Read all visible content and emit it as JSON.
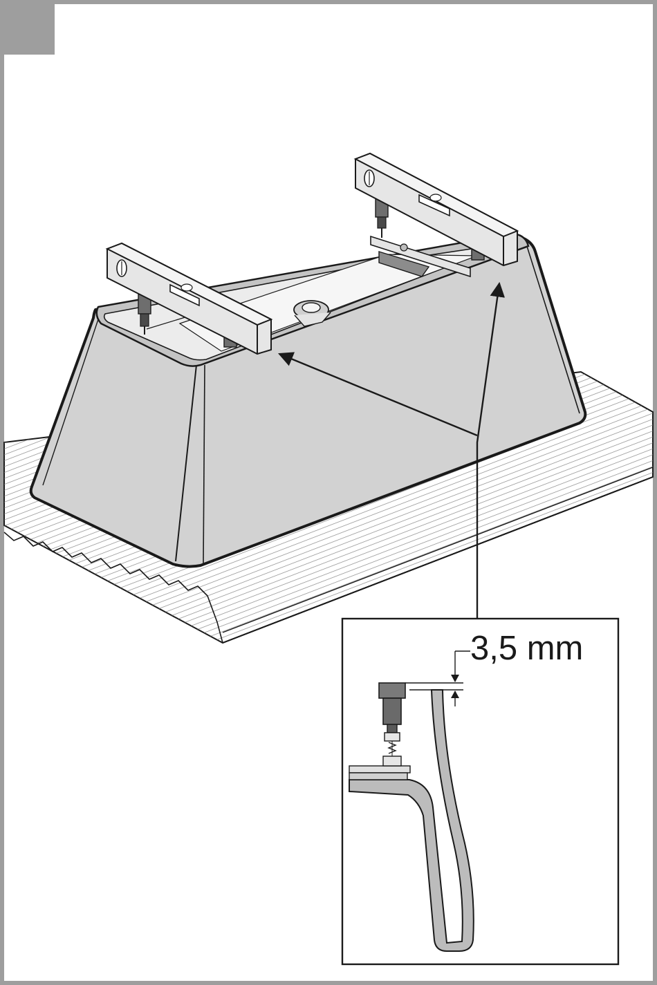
{
  "diagram": {
    "gap_label": "3,5 mm",
    "colors": {
      "frame": "#9e9e9e",
      "outline": "#1a1a1a",
      "tub_body": "#d2d2d2",
      "tub_inner": "#ececec",
      "level_bar": "#e6e6e6",
      "board_line": "#7a7a7a"
    },
    "icons": [
      "spirit-level",
      "adjustable-foot",
      "drain-fitting",
      "arrow"
    ]
  }
}
